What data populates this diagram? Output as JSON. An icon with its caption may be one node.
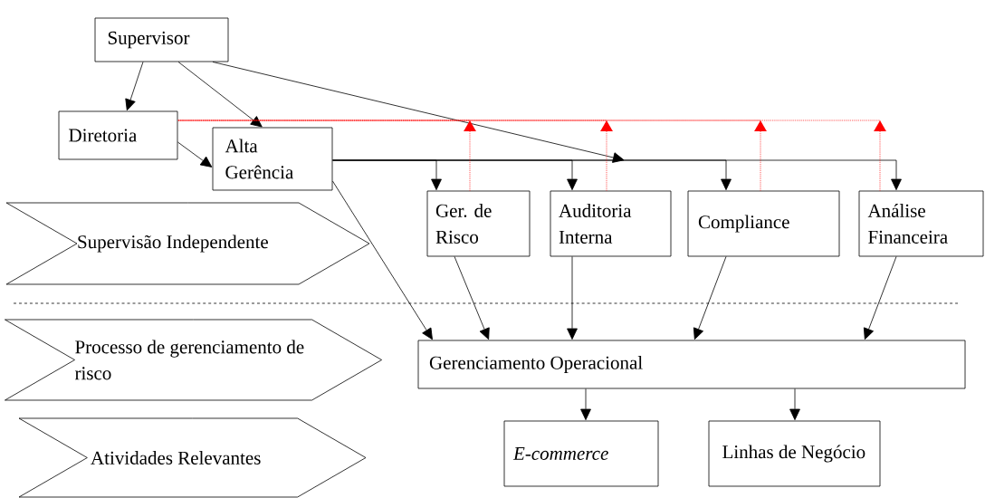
{
  "diagram": {
    "nodes": [
      {
        "text": [
          "Supervisor"
        ]
      },
      {
        "text": [
          "Diretoria"
        ]
      },
      {
        "text": [
          "Alta Gerência"
        ]
      },
      {
        "text": [
          "Supervisão Independente"
        ]
      },
      {
        "text": [
          "Ger. de Risco"
        ]
      },
      {
        "text": [
          "Auditoria Interna"
        ]
      },
      {
        "text": [
          "Compliance"
        ]
      },
      {
        "text": [
          "Análise Financeira"
        ]
      },
      {
        "text": [
          "Processo de gerenciamento de risco"
        ]
      },
      {
        "text": [
          "Gerenciamento Operacional"
        ]
      },
      {
        "text": [
          "Atividades Relevantes"
        ]
      },
      {
        "text": [
          "E-commerce"
        ]
      },
      {
        "text": [
          "Linhas de Negócio"
        ]
      }
    ],
    "edges": [
      {
        "from": 0,
        "to": 1,
        "arrow": "to"
      },
      {
        "from": 0,
        "to": 2,
        "arrow": "to"
      },
      {
        "from": 0,
        "to": null,
        "arrow": "to"
      },
      {
        "from": 1,
        "to": 2,
        "arrow": "to"
      },
      {
        "from": 2,
        "to": 4,
        "arrow": "to"
      },
      {
        "from": 2,
        "to": 5,
        "arrow": "to"
      },
      {
        "from": 2,
        "to": 6,
        "arrow": "to"
      },
      {
        "from": 2,
        "to": 7,
        "arrow": "to"
      },
      {
        "from": 2,
        "to": 9,
        "arrow": "to"
      },
      {
        "from": 4,
        "to": 9,
        "arrow": "to"
      },
      {
        "from": 5,
        "to": 9,
        "arrow": "to"
      },
      {
        "from": 6,
        "to": 9,
        "arrow": "to"
      },
      {
        "from": 7,
        "to": 9,
        "arrow": "to"
      },
      {
        "from": 9,
        "to": 11,
        "arrow": "to"
      },
      {
        "from": 9,
        "to": 12,
        "arrow": "to"
      },
      {
        "from": 4,
        "to": 1,
        "arrow": "to",
        "style": "dashed",
        "color": "#ff0000"
      },
      {
        "from": 5,
        "to": 1,
        "arrow": "to",
        "style": "dashed",
        "color": "#ff0000"
      },
      {
        "from": 6,
        "to": 1,
        "arrow": "to",
        "style": "dashed",
        "color": "#ff0000"
      },
      {
        "from": 7,
        "to": 1,
        "arrow": "to",
        "style": "dashed",
        "color": "#ff0000"
      }
    ]
  }
}
